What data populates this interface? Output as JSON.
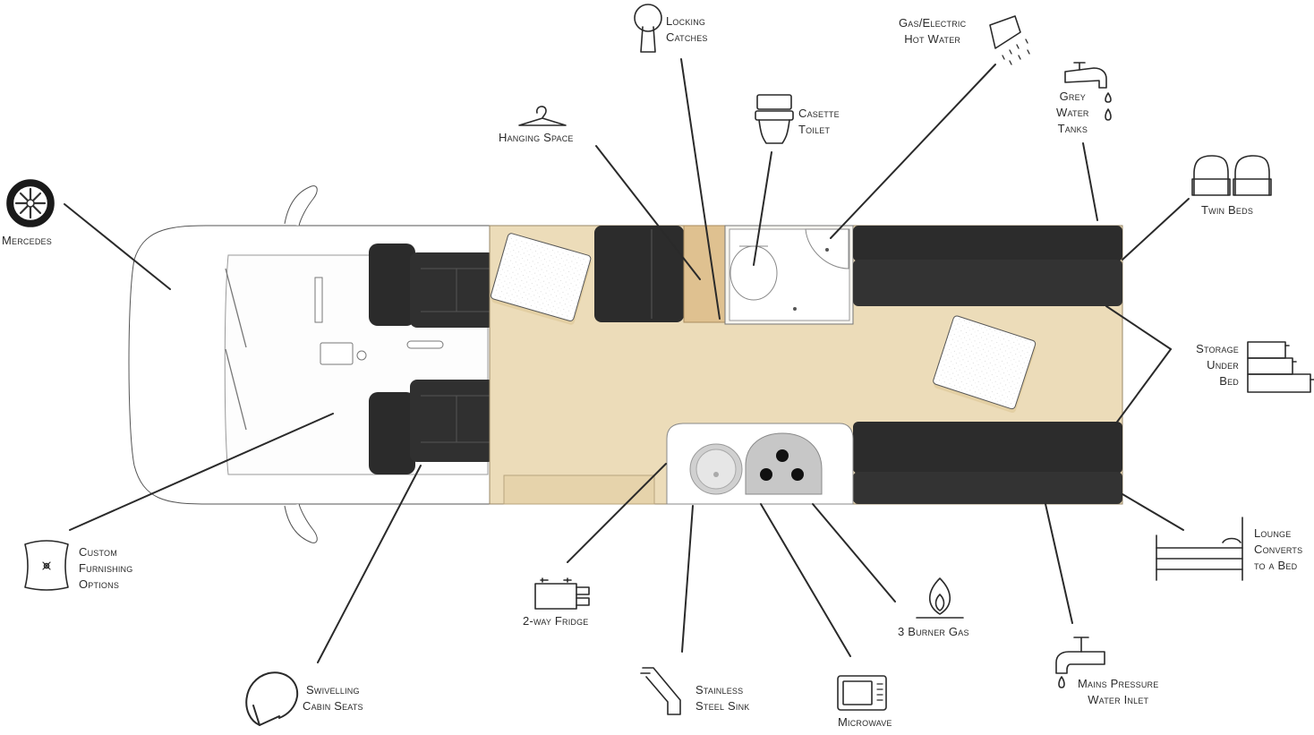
{
  "colors": {
    "floor": "#ecdcb9",
    "bed": "#2c2c2c",
    "line": "#2a2a2a",
    "wood": "#dfc190"
  },
  "features": {
    "mercedes": {
      "lines": [
        "Mercedes"
      ],
      "icon": "wheel-icon"
    },
    "custom_furnishing": {
      "lines": [
        "Custom",
        "Furnishing",
        "Options"
      ],
      "icon": "cushion-icon"
    },
    "swivelling_seats": {
      "lines": [
        "Swivelling",
        "Cabin Seats"
      ],
      "icon": "rotate-arrow-icon"
    },
    "hanging_space": {
      "lines": [
        "Hanging Space"
      ],
      "icon": "hanger-icon"
    },
    "locking_catches": {
      "lines": [
        "Locking",
        "Catches"
      ],
      "icon": "keyhole-icon"
    },
    "cassette_toilet": {
      "lines": [
        "Casette",
        "Toilet"
      ],
      "icon": "toilet-icon"
    },
    "hot_water": {
      "lines": [
        "Gas/Electric",
        "Hot Water"
      ],
      "icon": "shower-icon"
    },
    "grey_water": {
      "lines": [
        "Grey",
        "Water",
        "Tanks"
      ],
      "icon": "tap-drip-icon"
    },
    "twin_beds": {
      "lines": [
        "Twin Beds"
      ],
      "icon": "twin-beds-icon"
    },
    "storage": {
      "lines": [
        "Storage",
        "Under",
        "Bed"
      ],
      "icon": "drawers-icon"
    },
    "lounge": {
      "lines": [
        "Lounge",
        "Converts",
        "to a Bed"
      ],
      "icon": "bed-icon"
    },
    "mains_water": {
      "lines": [
        "Mains Pressure",
        "Water Inlet"
      ],
      "icon": "water-tap-icon"
    },
    "burner_gas": {
      "lines": [
        "3 Burner Gas"
      ],
      "icon": "gas-flame-icon"
    },
    "microwave": {
      "lines": [
        "Microwave"
      ],
      "icon": "microwave-icon"
    },
    "sink": {
      "lines": [
        "Stainless",
        "Steel Sink"
      ],
      "icon": "mixer-tap-icon"
    },
    "fridge": {
      "lines": [
        "2-way Fridge"
      ],
      "icon": "battery-fridge-icon"
    }
  }
}
